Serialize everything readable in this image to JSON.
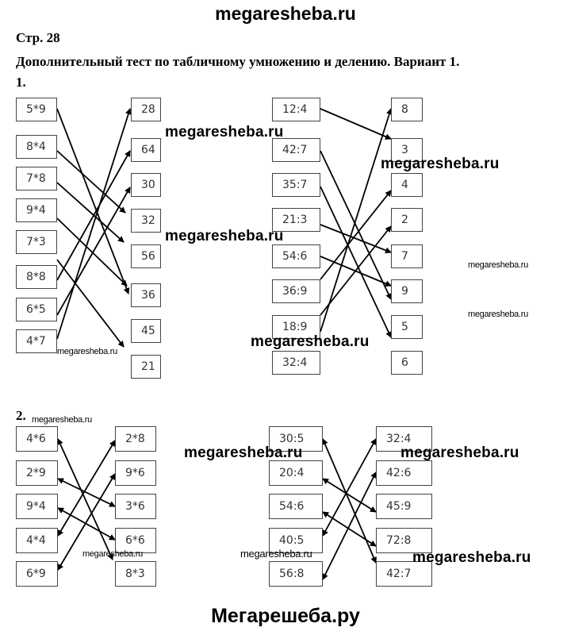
{
  "header": {
    "site": "megaresheba.ru",
    "page": "Стр. 28",
    "title": "Дополнительный тест по табличному умножению и делению. Вариант 1."
  },
  "task1": {
    "label": "1.",
    "a_left": [
      "5*9",
      "8*4",
      "7*8",
      "9*4",
      "7*3",
      "8*8",
      "6*5",
      "4*7"
    ],
    "a_right": [
      "28",
      "64",
      "30",
      "32",
      "56",
      "36",
      "45",
      "21"
    ],
    "b_left": [
      "12:4",
      "42:7",
      "35:7",
      "21:3",
      "54:6",
      "36:9",
      "18:9",
      "32:4"
    ],
    "b_right": [
      "8",
      "3",
      "4",
      "2",
      "7",
      "9",
      "5",
      "6"
    ]
  },
  "task2": {
    "label": "2.",
    "a_left": [
      "4*6",
      "2*9",
      "9*4",
      "4*4",
      "6*9"
    ],
    "a_right": [
      "2*8",
      "9*6",
      "3*6",
      "6*6",
      "8*3"
    ],
    "b_left": [
      "30:5",
      "20:4",
      "54:6",
      "40:5",
      "56:8"
    ],
    "b_right": [
      "32:4",
      "42:6",
      "45:9",
      "72:8",
      "42:7"
    ]
  },
  "watermarks": {
    "text": "megaresheba.ru"
  },
  "footer": {
    "text": "Мегарешеба.ру"
  }
}
